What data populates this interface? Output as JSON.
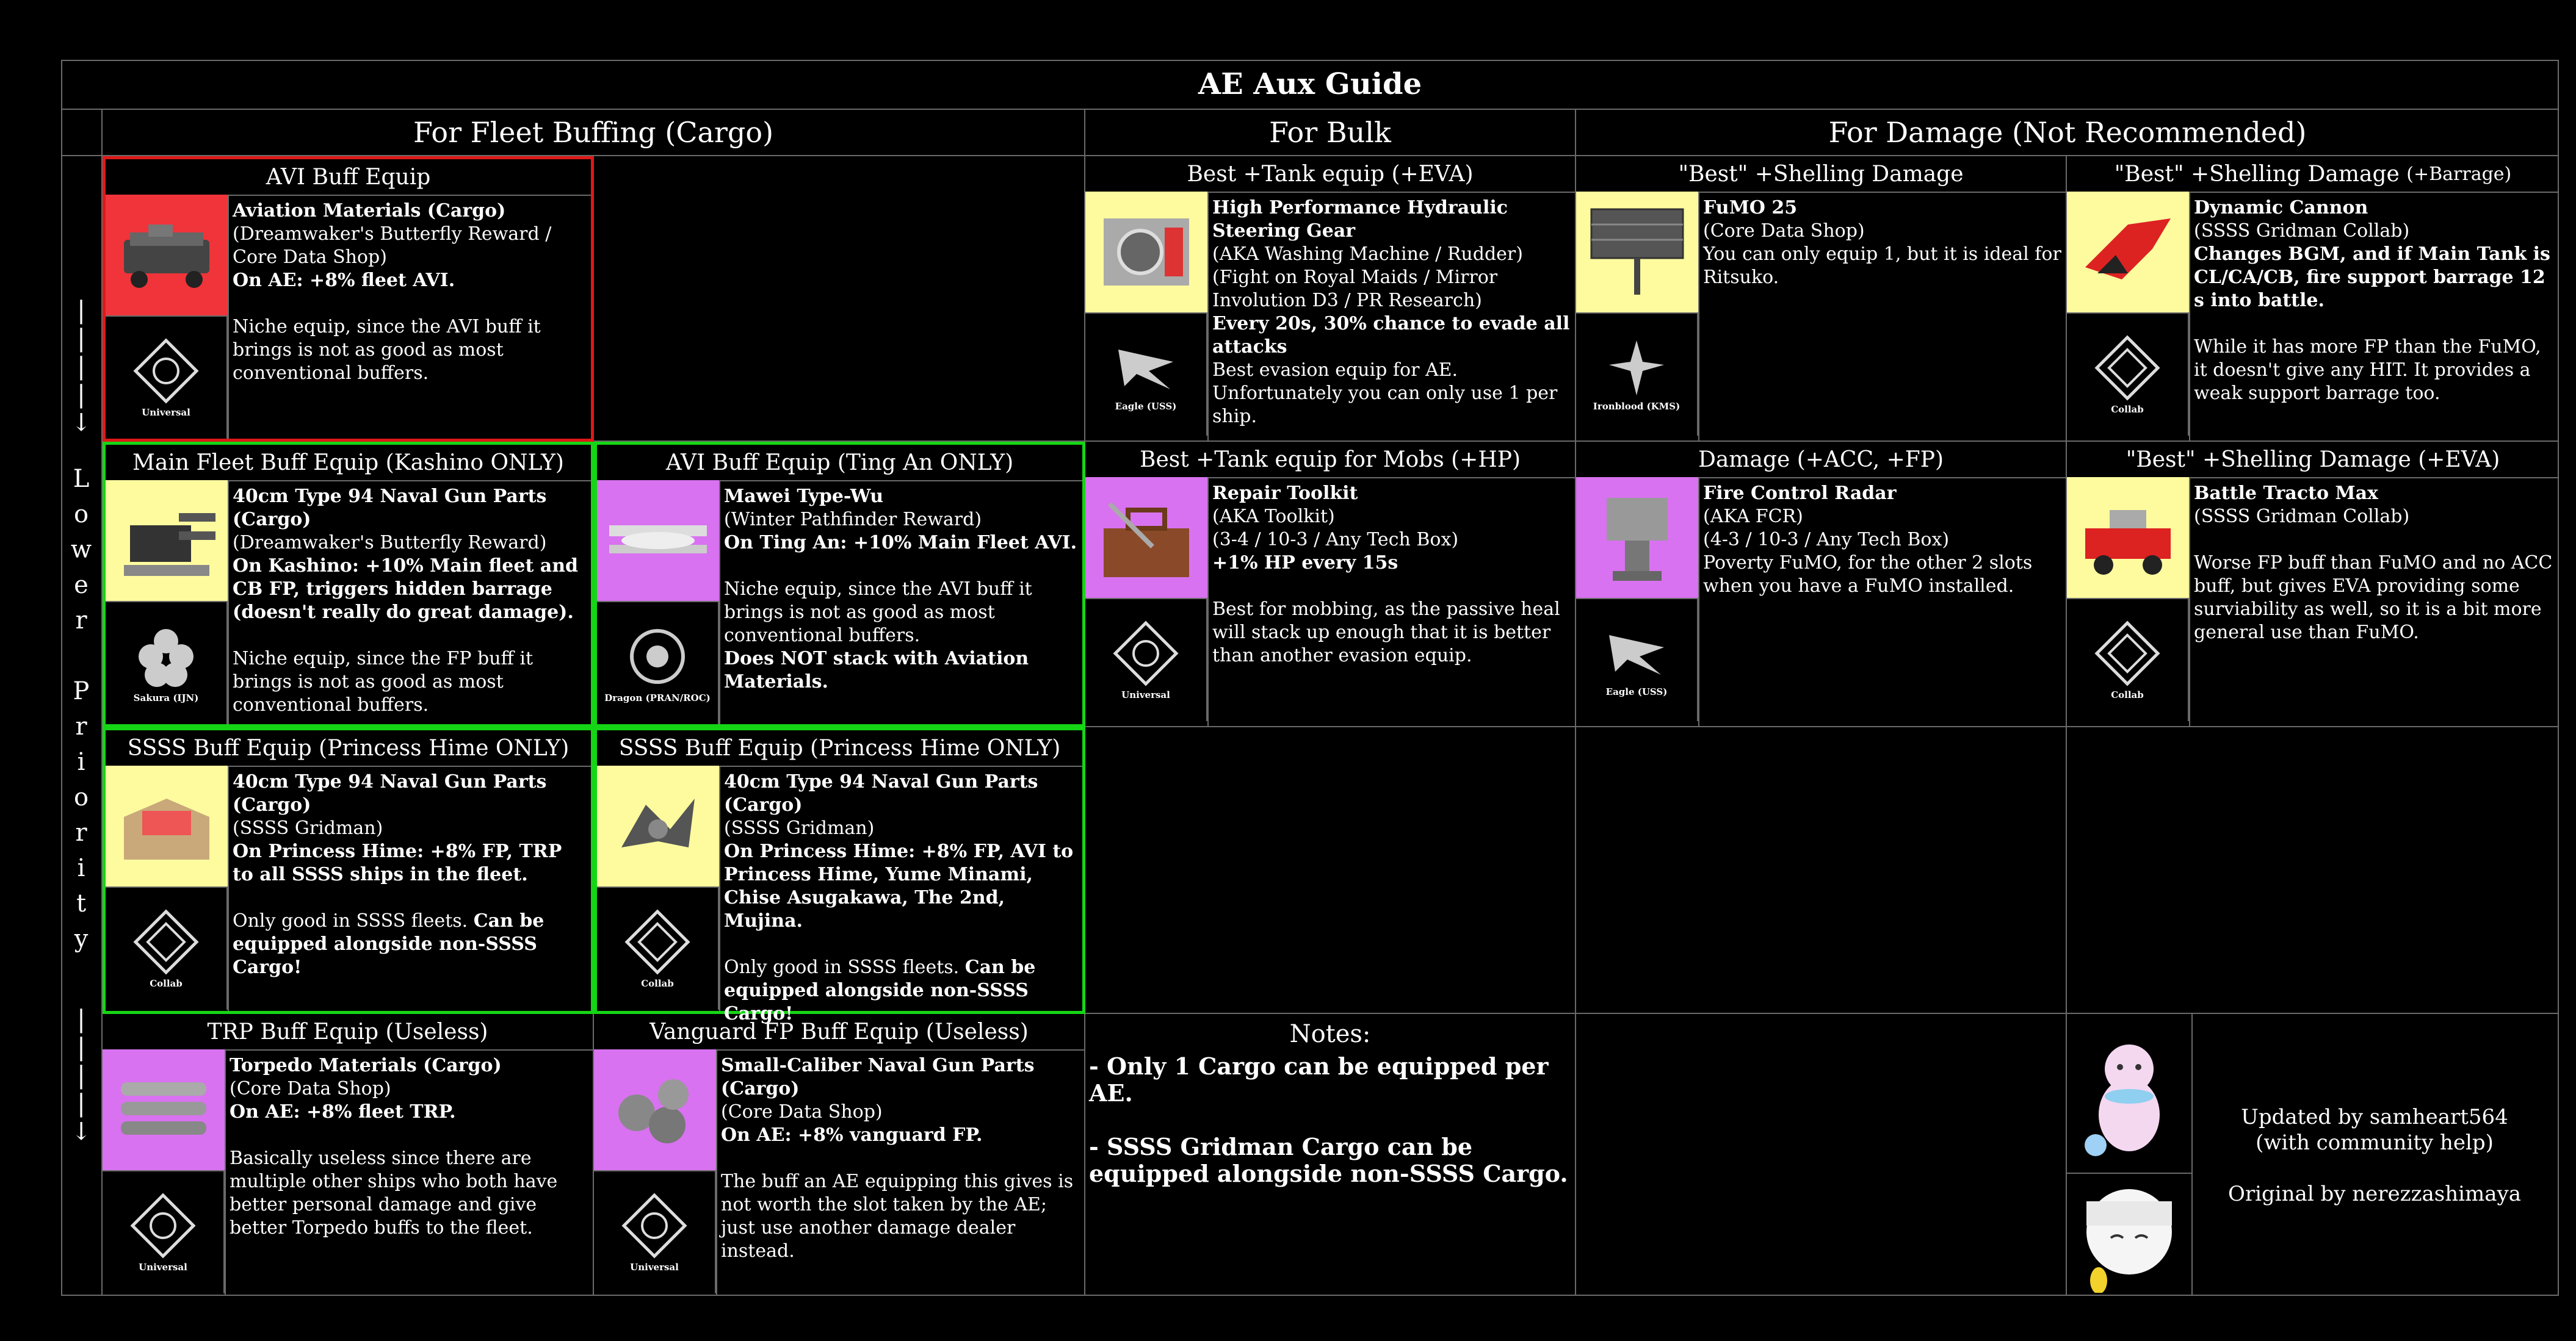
{
  "title": "AE Aux Guide",
  "headers": {
    "fleet": "For Fleet Buffing (Cargo)",
    "bulk": "For Bulk",
    "damage": "For Damage (Not Recommended)"
  },
  "side": {
    "arrow_top": [
      "|",
      "|",
      "|",
      "|",
      "↓"
    ],
    "label": [
      "L",
      "o",
      "w",
      "e",
      "r",
      "",
      "P",
      "r",
      "i",
      "o",
      "r",
      "i",
      "t",
      "y"
    ],
    "arrow_bottom": [
      "|",
      "|",
      "|",
      "|",
      "↓"
    ]
  },
  "cells": {
    "avi_buff": {
      "title": "AVI Buff Equip",
      "faction": "Universal",
      "name": "Aviation Materials (Cargo)",
      "source": "(Dreamwaker's Butterfly Reward / Core Data Shop)",
      "effect": "On AE: +8% fleet AVI.",
      "note": "Niche equip, since the AVI buff it brings is not as good as most conventional buffers."
    },
    "tank_eva": {
      "title": "Best +Tank equip (+EVA)",
      "faction": "Eagle (USS)",
      "name": "High Performance Hydraulic Steering Gear",
      "source": "(AKA Washing Machine / Rudder)\n(Fight on Royal Maids / Mirror Involution D3 / PR Research)",
      "effect": "Every 20s, 30% chance to evade all attacks",
      "note": "Best evasion equip for AE. Unfortunately you can only use 1 per ship."
    },
    "fumo": {
      "title": "\"Best\" +Shelling Damage",
      "faction": "Ironblood (KMS)",
      "name": "FuMO 25",
      "source": "(Core Data Shop)",
      "note": "You can only equip 1, but it is ideal for Ritsuko."
    },
    "dyn_cannon": {
      "title": "\"Best\" +Shelling Damage",
      "title_small": "(+Barrage)",
      "faction": "Collab",
      "name": "Dynamic Cannon",
      "source": "(SSSS Gridman Collab)",
      "effect": "Changes BGM, and if Main Tank is CL/CA/CB, fire support barrage 12 s into battle.",
      "note": "While it has more FP than the FuMO, it doesn't give any HIT. It provides a weak support barrage too."
    },
    "kashino": {
      "title": "Main Fleet Buff Equip (Kashino ONLY)",
      "faction": "Sakura (IJN)",
      "name": "40cm Type 94 Naval Gun Parts (Cargo)",
      "source": "(Dreamwaker's Butterfly Reward)",
      "effect": "On Kashino: +10% Main fleet and CB FP, triggers hidden barrage (doesn't really do great damage).",
      "note": "Niche equip, since the FP buff it brings is not as good as most conventional buffers."
    },
    "tingan": {
      "title": "AVI Buff Equip (Ting An ONLY)",
      "faction": "Dragon (PRAN/ROC)",
      "name": "Mawei Type-Wu",
      "source": "(Winter Pathfinder Reward)",
      "effect": "On Ting An: +10% Main Fleet AVI.",
      "note": "Niche equip, since the AVI buff it brings is not as good as most conventional buffers.",
      "note2": "Does NOT stack with Aviation Materials."
    },
    "mobs": {
      "title": "Best +Tank equip for Mobs (+HP)",
      "faction": "Universal",
      "name": "Repair Toolkit",
      "source": "(AKA Toolkit)\n(3-4 / 10-3 / Any Tech Box)",
      "effect": "+1% HP every 15s",
      "note": "Best for mobbing, as the passive heal will stack up enough that it is better than another evasion equip."
    },
    "fcr": {
      "title": "Damage (+ACC, +FP)",
      "faction": "Eagle (USS)",
      "name": "Fire Control Radar",
      "source": "(AKA FCR)\n(4-3 / 10-3 / Any Tech Box)",
      "note": "Poverty FuMO, for the other 2 slots when you have a FuMO installed."
    },
    "tracto": {
      "title": "\"Best\" +Shelling Damage (+EVA)",
      "faction": "Collab",
      "name": "Battle Tracto Max",
      "source": "(SSSS Gridman Collab)",
      "note": "Worse FP buff than FuMO and no ACC buff, but gives EVA providing some surviability as well, so it is a bit more general use than FuMO."
    },
    "ssss1": {
      "title": "SSSS Buff Equip (Princess Hime ONLY)",
      "faction": "Collab",
      "name": "40cm Type 94 Naval Gun Parts (Cargo)",
      "source": "(SSSS Gridman)",
      "effect": "On Princess Hime: +8% FP, TRP to all SSSS ships in the fleet.",
      "note_plain": "Only good in SSSS fleets. ",
      "note_bold": "Can be equipped alongside non-SSSS Cargo!"
    },
    "ssss2": {
      "title": "SSSS Buff Equip (Princess Hime ONLY)",
      "faction": "Collab",
      "name": "40cm Type 94 Naval Gun Parts (Cargo)",
      "source": "(SSSS Gridman)",
      "effect": "On Princess Hime: +8% FP, AVI to Princess Hime, Yume Minami, Chise Asugakawa, The 2nd, Mujina.",
      "note_plain": "Only good in SSSS fleets. ",
      "note_bold": "Can be equipped alongside non-SSSS Cargo!"
    },
    "trp": {
      "title": "TRP Buff Equip (Useless)",
      "faction": "Universal",
      "name": "Torpedo Materials (Cargo)",
      "source": "(Core Data Shop)",
      "effect": "On AE: +8% fleet TRP.",
      "note": "Basically useless since there are multiple other ships who both have better personal damage and give better Torpedo buffs to the fleet."
    },
    "vanguard": {
      "title": "Vanguard FP Buff Equip (Useless)",
      "faction": "Universal",
      "name": "Small-Caliber Naval Gun Parts (Cargo)",
      "source": "(Core Data Shop)",
      "effect": "On AE: +8% vanguard FP.",
      "note": "The buff an AE equipping this gives is not worth the slot taken by the AE; just use another damage dealer instead."
    }
  },
  "notes": {
    "title": "Notes:",
    "lines": [
      "- Only 1 Cargo can be equipped per AE.",
      "- SSSS Gridman Cargo can be equipped alongside non-SSSS Cargo."
    ]
  },
  "credits": {
    "updated": "Updated by samheart564",
    "help": "(with community help)",
    "original": "Original by nerezzashimaya"
  },
  "colors": {
    "red_border": "#e01818",
    "green_border": "#15d615",
    "yellow_bg": "#fdfb9e",
    "purple_bg": "#d872f0",
    "grid": "#6a6a6a"
  }
}
